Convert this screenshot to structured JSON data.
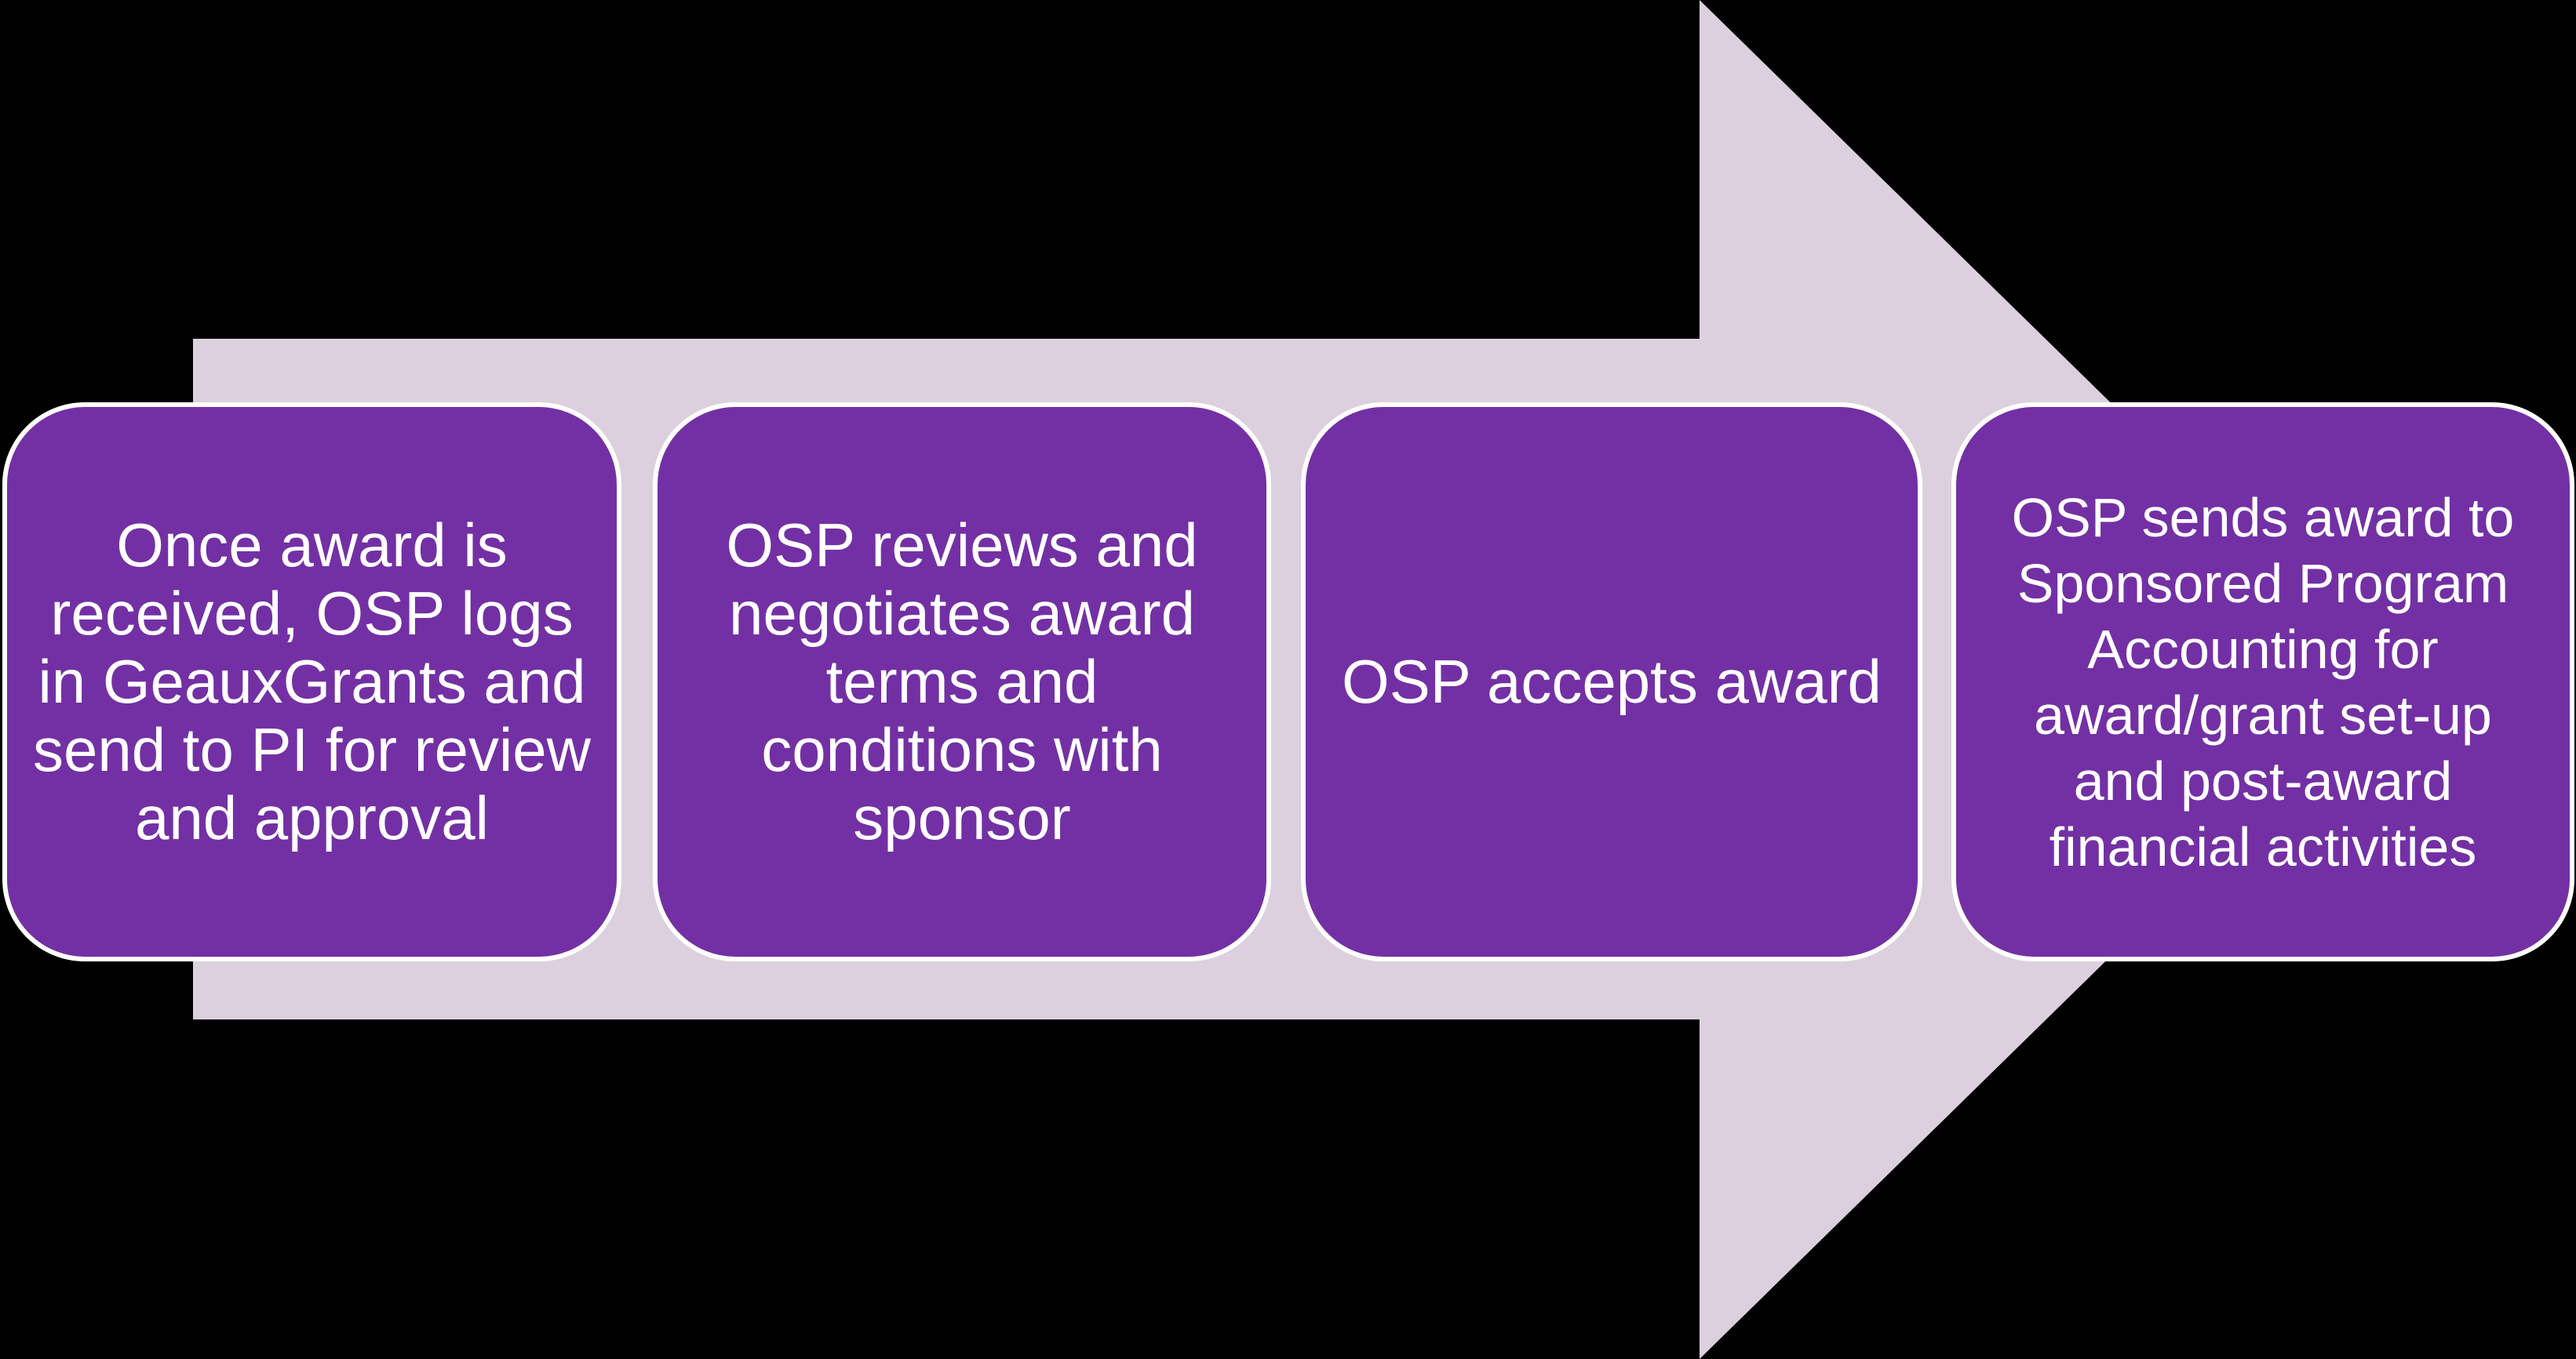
{
  "diagram": {
    "title": "OSP award process flow",
    "type": "process-arrow",
    "direction": "right",
    "colors": {
      "background": "#000000",
      "arrow": "#DCD0DE",
      "step_fill": "#7330A4",
      "step_border": "#FFFFFF",
      "step_text": "#FFFFFF"
    },
    "steps": [
      {
        "text": "Once award is\nreceived, OSP logs\nin GeauxGrants and\nsend to PI for review\nand approval"
      },
      {
        "text": "OSP reviews and\nnegotiates award\nterms and\nconditions with\nsponsor"
      },
      {
        "text": "OSP accepts award"
      },
      {
        "text": "OSP sends award to\nSponsored Program\nAccounting for\naward/grant set-up\nand post-award\nfinancial activities"
      }
    ]
  }
}
